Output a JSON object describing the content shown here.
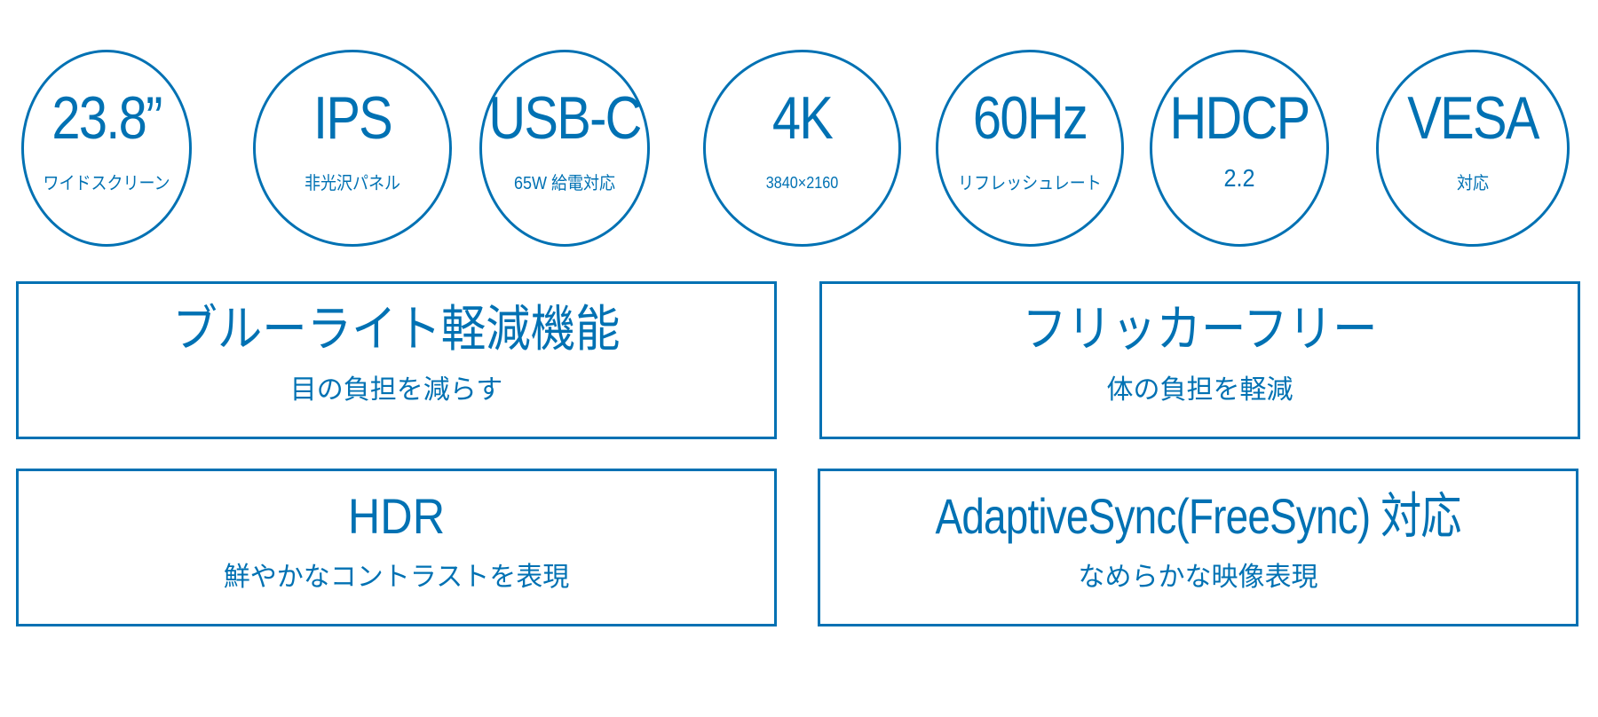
{
  "accent_color": "#0071b3",
  "badges": [
    {
      "main": "23.8”",
      "sub": "ワイドスクリーン"
    },
    {
      "main": "IPS",
      "sub": "非光沢パネル"
    },
    {
      "main": "USB-C",
      "sub": "65W 給電対応"
    },
    {
      "main": "4K",
      "sub": "3840×2160"
    },
    {
      "main": "60Hz",
      "sub": "リフレッシュレート"
    },
    {
      "main": "HDCP",
      "sub": "2.2"
    },
    {
      "main": "VESA",
      "sub": "対応"
    }
  ],
  "features": [
    {
      "title": "ブルーライト軽減機能",
      "sub": "目の負担を減らす"
    },
    {
      "title": "フリッカーフリー",
      "sub": "体の負担を軽減"
    },
    {
      "title": "HDR",
      "sub": "鮮やかなコントラストを表現"
    },
    {
      "title": "AdaptiveSync(FreeSync) 対応",
      "sub": "なめらかな映像表現"
    }
  ]
}
